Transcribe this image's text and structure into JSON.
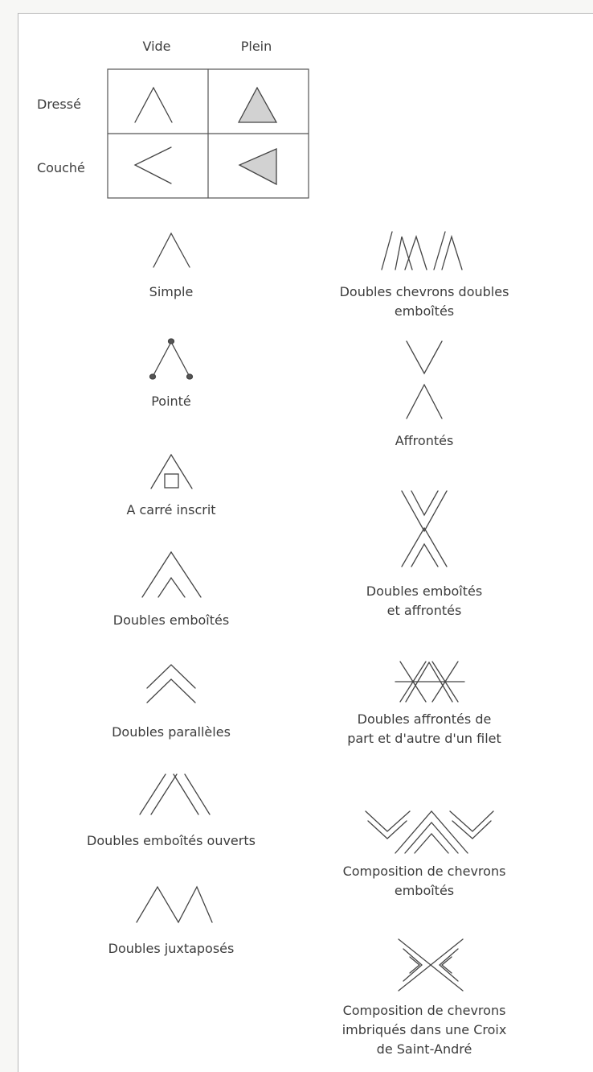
{
  "table": {
    "col_vide": "Vide",
    "col_plein": "Plein",
    "row_dresse": "Dressé",
    "row_couche": "Couché"
  },
  "left": {
    "simple": "Simple",
    "pointe": "Pointé",
    "carre": "A carré inscrit",
    "emboites": "Doubles emboîtés",
    "paralleles": "Doubles parallèles",
    "ouverts": "Doubles emboîtés ouverts",
    "juxtaposes": "Doubles juxtaposés"
  },
  "right": {
    "doubles_doubles": [
      "Doubles chevrons doubles",
      "emboîtés"
    ],
    "affrontes": "Affrontés",
    "emboites_affrontes": [
      "Doubles emboîtés",
      "et affrontés"
    ],
    "filet": [
      "Doubles affrontés de",
      "part et d'autre d'un filet"
    ],
    "composition_emboites": [
      "Composition de chevrons",
      "emboîtés"
    ],
    "composition_croix": [
      "Composition de chevrons",
      "imbriqués dans une Croix",
      "de Saint-André"
    ]
  },
  "colors": {
    "stroke": "#444444",
    "fill": "#d2d2d2",
    "grid": "#555555"
  }
}
